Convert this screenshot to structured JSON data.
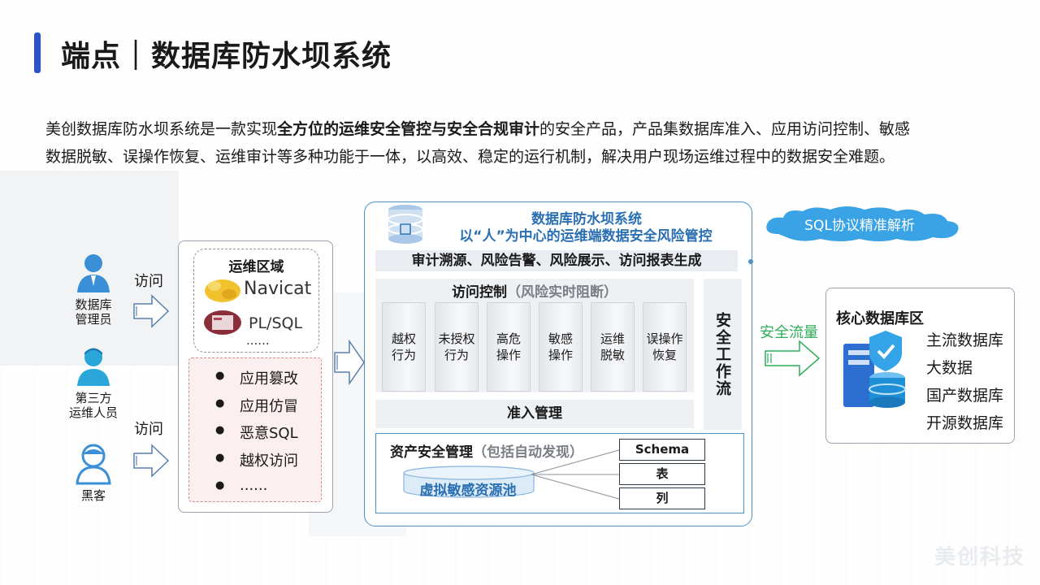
{
  "header": {
    "title": "端点｜数据库防水坝系统"
  },
  "intro": {
    "part1": "美创数据库防水坝系统是一款实现",
    "bold": "全方位的运维安全管控与安全合规审计",
    "part2": "的安全产品，产品集数据库准入、应用访问控制、敏感",
    "line2": "数据脱敏、误操作恢复、运维审计等多种功能于一体，以高效、稳定的运行机制，解决用户现场运维过程中的数据安全难题。"
  },
  "users": {
    "dba": [
      "数据库",
      "管理员"
    ],
    "third_party": [
      "第三方",
      "运维人员"
    ],
    "hacker": "黑客",
    "access1": "访问",
    "access2": "访问"
  },
  "ops_zone": {
    "title": "运维区域",
    "tool1": "Navicat",
    "tool2": "PL/SQL",
    "more": "......",
    "risks": [
      "应用篡改",
      "应用仿冒",
      "恶意SQL",
      "越权访问",
      "......"
    ]
  },
  "system": {
    "title1": "数据库防水坝系统",
    "title2": "以“人”为中心的运维端数据安全风险管控",
    "audit": "审计溯源、风险告警、风险展示、访问报表生成",
    "access_title": "访问控制",
    "access_sub": "（风险实时阻断）",
    "controls": [
      [
        "越权",
        "行为"
      ],
      [
        "未授权",
        "行为"
      ],
      [
        "高危",
        "操作"
      ],
      [
        "敏感",
        "操作"
      ],
      [
        "运维",
        "脱敏"
      ],
      [
        "误操作",
        "恢复"
      ]
    ],
    "admission": "准入管理",
    "workflow": "安全工作流",
    "asset_title": "资产安全管理",
    "asset_sub": "（包括自动发现）",
    "pool": "虚拟敏感资源池",
    "tags": [
      "Schema",
      "表",
      "列"
    ]
  },
  "right": {
    "cloud": "SQL协议精准解析",
    "flow": "安全流量",
    "core_title": "核心数据库区",
    "core_items": [
      "主流数据库",
      "大数据",
      "国产数据库",
      "开源数据库"
    ]
  },
  "watermark": "美创科技",
  "colors": {
    "accent": "#2b55c7",
    "system_blue": "#2a6fb3",
    "flow_green": "#2fae5a",
    "risk_bg": "#fbeff0"
  }
}
